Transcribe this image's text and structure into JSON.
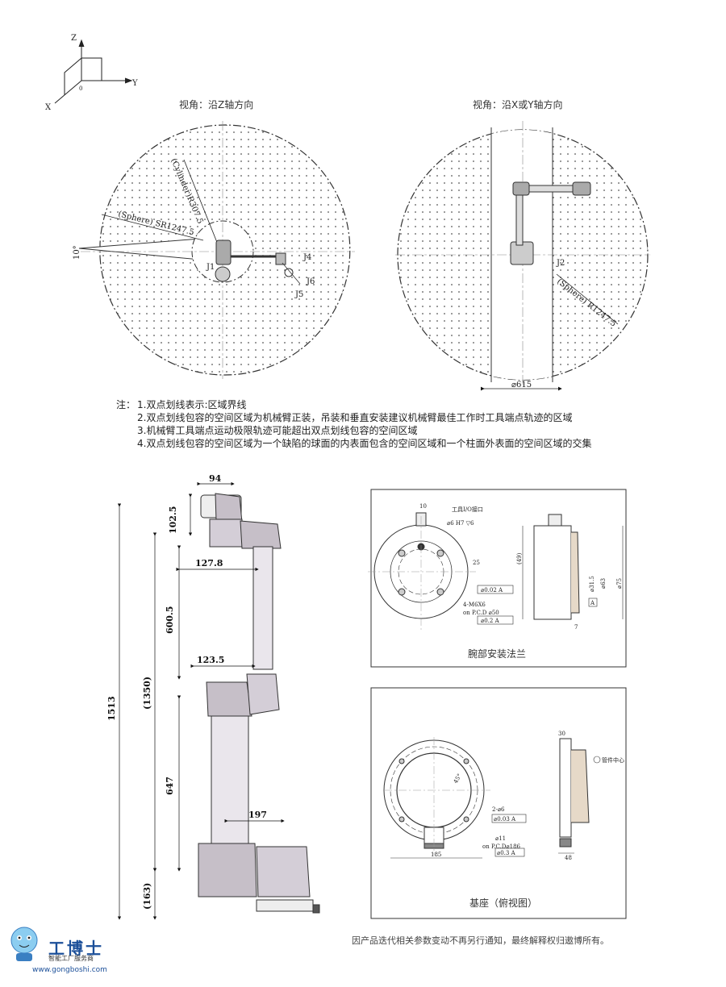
{
  "axes": {
    "z": "Z",
    "y": "Y",
    "x": "X",
    "origin": "0"
  },
  "views": {
    "left_title": "视角：沿Z轴方向",
    "right_title": "视角：沿X或Y轴方向",
    "left_labels": {
      "cylinder": "(Cylinder)R307.5",
      "sphere": "(Sphere) SR1247.5",
      "angle": "10°",
      "j1": "J1",
      "j4": "J4",
      "j5": "J5",
      "j6": "J6"
    },
    "right_labels": {
      "j2": "J2",
      "sphere": "(Sphere) R1247.5",
      "diameter": "⌀615"
    }
  },
  "notes": {
    "prefix": "注：",
    "items": [
      "1.双点划线表示:区域界线",
      "2.双点划线包容的空间区域为机械臂正装，吊装和垂直安装建议机械臂最佳工作时工具端点轨迹的区域",
      "3.机械臂工具端点运动极限轨迹可能超出双点划线包容的空间区域",
      "4.双点划线包容的空间区域为一个缺陷的球面的内表面包含的空间区域和一个柱面外表面的空间区域的交集"
    ]
  },
  "arm_dims": {
    "d94": "94",
    "d102": "102.5",
    "d127": "127.8",
    "d600": "600.5",
    "d123": "123.5",
    "d1350": "(1350)",
    "d1513": "1513",
    "d647": "647",
    "d197": "197",
    "d163": "(163)"
  },
  "flange_panel": {
    "caption": "腕部安装法兰",
    "labels": {
      "d10": "10",
      "io": "工具I/O接口",
      "hole": "⌀6 H7 ▽6",
      "d25": "25",
      "tol1": "⌀0.02 A",
      "holes": "4-M6X6",
      "pcd": "on P.C.D ⌀50",
      "tol2": "⌀0.2 A",
      "d49": "(49)",
      "d7": "7",
      "d75": "⌀75",
      "d63": "⌀63",
      "d315": "⌀31.5",
      "tolA": "A"
    }
  },
  "base_panel": {
    "caption": "基座（俯视图）",
    "labels": {
      "d30": "30",
      "center": "管件中心",
      "d45": "45°",
      "holes": "2-⌀6",
      "tol3": "⌀0.03 A",
      "d11": "⌀11",
      "pcd": "on P.C.D⌀186",
      "tol4": "⌀0.3 A",
      "d185": "185",
      "d48": "48"
    }
  },
  "footer": "因产品迭代相关参数变动不再另行通知，最终解释权归遨博所有。",
  "logo": {
    "name": "工博士",
    "sub": "智能工厂服务商",
    "url": "www.gongboshi.com"
  }
}
